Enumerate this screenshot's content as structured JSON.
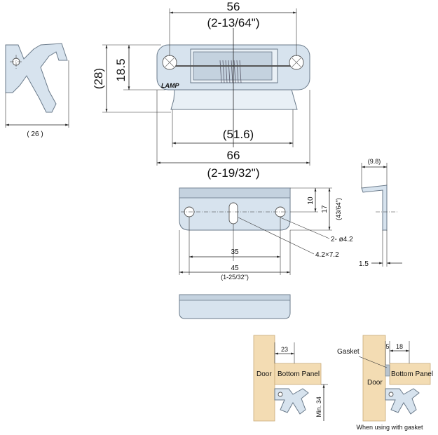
{
  "top_view": {
    "width_56": "56",
    "width_56_inch": "(2-13/64\")",
    "height_28": "(28)",
    "height_18_5": "18.5",
    "width_51_6": "(51.6)",
    "width_66": "66",
    "width_66_inch": "(2-19/32\")",
    "brand": "LAMP"
  },
  "side_view": {
    "depth_26": "( 26 )"
  },
  "strike_plate": {
    "dim_10": "10",
    "dim_17": "17",
    "dim_17_inch": "(43/64\")",
    "holes": "2- ø4.2",
    "slot": "4.2×7.2",
    "dim_35": "35",
    "dim_45": "45",
    "dim_45_inch": "(1-25/32\")"
  },
  "strike_side": {
    "dim_9_8": "(9.8)",
    "dim_1_5": "1.5"
  },
  "install_left": {
    "door": "Door",
    "panel": "Bottom Panel",
    "dim_23": "23",
    "min_34": "Min. 34"
  },
  "install_right": {
    "gasket": "Gasket",
    "door": "Door",
    "panel": "Bottom Panel",
    "dim_5": "5",
    "dim_18": "18",
    "caption": "When using with gasket"
  }
}
